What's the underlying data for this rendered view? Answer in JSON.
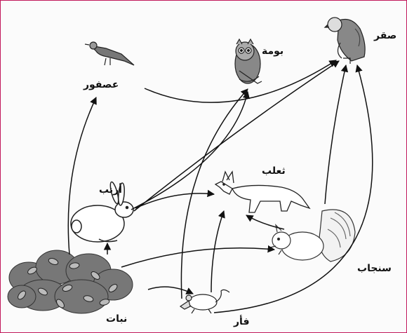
{
  "labels": {
    "eagle": "صقر",
    "owl": "بومة",
    "sparrow": "عصفور",
    "fox": "ثعلب",
    "rabbit": "أرنب",
    "squirrel": "سنجاب",
    "plants": "نبات",
    "mouse": "فأر"
  }
}
